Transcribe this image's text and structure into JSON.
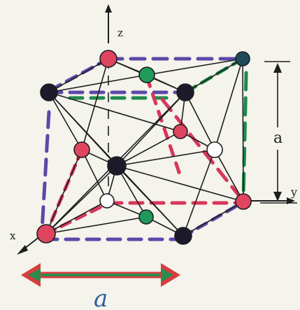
{
  "diagram": {
    "labels": {
      "z_axis": "z",
      "y_axis": "y",
      "x_axis": "x",
      "edge_a": "a",
      "bottom_a": "a"
    },
    "colors": {
      "background": "#f4f3ec",
      "lattice_line": "#1e1e1e",
      "cube_edge_purple": "#5b48a8",
      "cube_edge_green": "#1f8a4a",
      "cube_edge_red": "#d8365a",
      "atom_red": "#e0455f",
      "atom_black": "#1d1a2b",
      "atom_green": "#1f9a5a",
      "atom_white": "#ffffff",
      "arrow_red": "#d93c3c",
      "arrow_green": "#2e8b4e",
      "arrow_label": "#2c5f9e"
    }
  }
}
